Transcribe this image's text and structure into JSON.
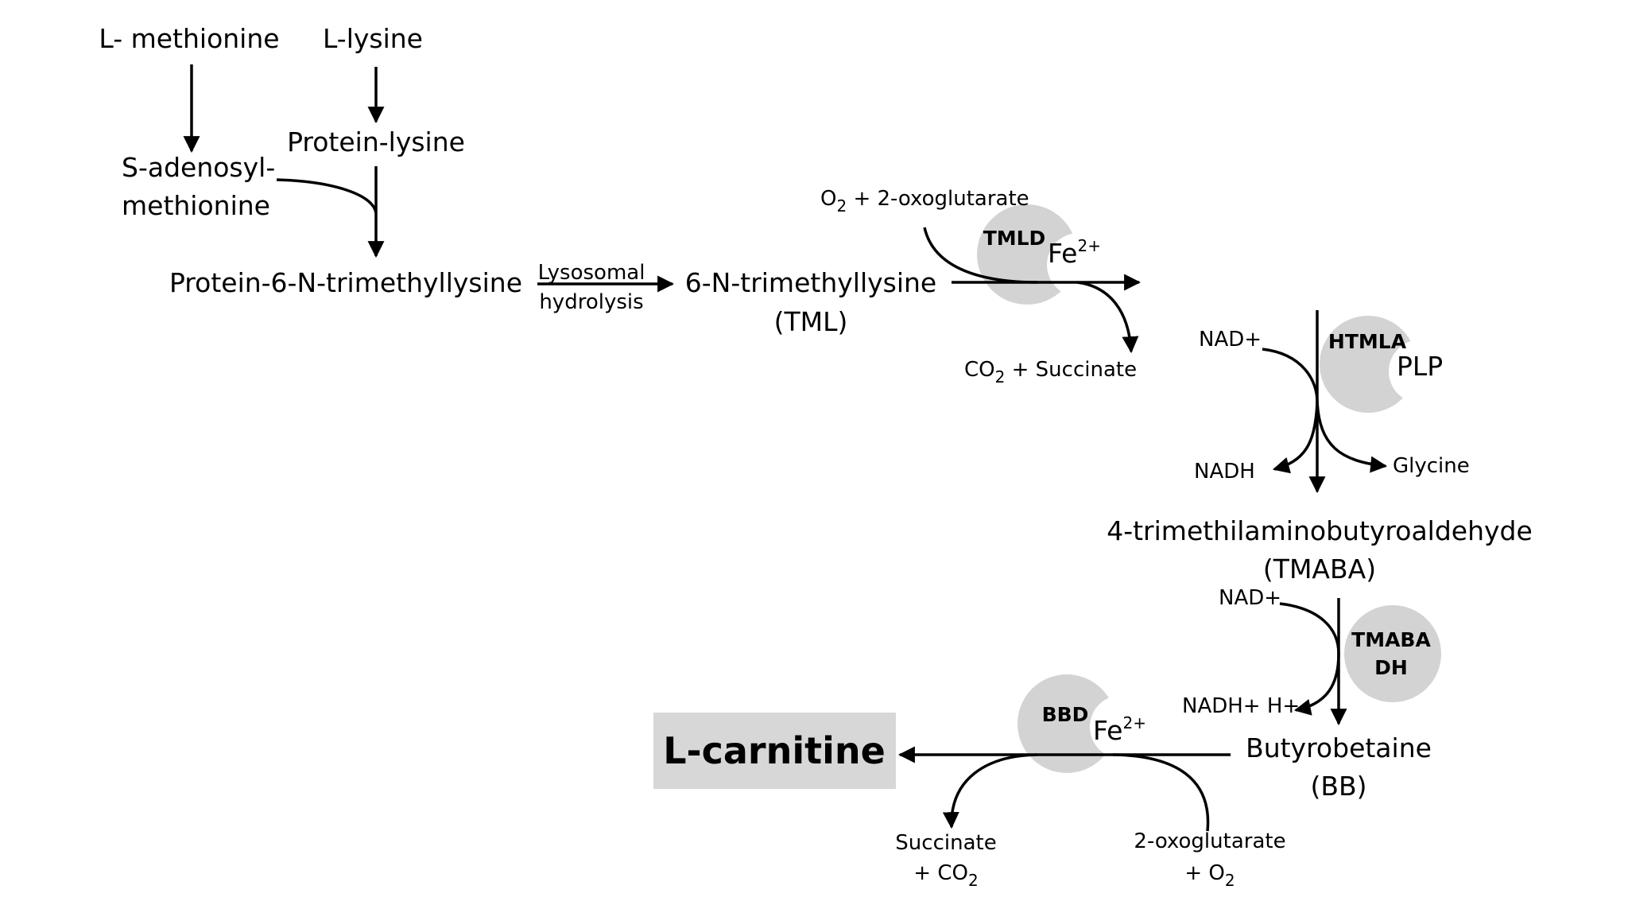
{
  "colors": {
    "enzyme": "#d3d3d3",
    "product_box": "#d7d7d7",
    "line": "#000000"
  },
  "metabolites": {
    "l_methionine": "L- methionine",
    "l_lysine": "L-lysine",
    "protein_lysine": "Protein-lysine",
    "sam_line1": "S-adenosyl-",
    "sam_line2": "methionine",
    "protein_tml": "Protein-6-N-trimethyllysine",
    "tml": "6-N-trimethyllysine",
    "tml_abbr": "(TML)",
    "tmaba": "4-trimethilaminobutyroaldehyde",
    "tmaba_abbr": "(TMABA)",
    "butyrobetaine": "Butyrobetaine",
    "bb_abbr": "(BB)",
    "l_carnitine": "L-carnitine"
  },
  "steps": {
    "hydrolysis_line1": "Lysosomal",
    "hydrolysis_line2": "hydrolysis"
  },
  "tmld": {
    "enzyme": "TMLD",
    "cofactor": "Fe",
    "cofactor_charge": "2+",
    "input_o": "O",
    "input_sub": "2",
    "input_rest": " + 2-oxoglutarate",
    "output_co": "CO",
    "output_sub": "2",
    "output_rest": " + Succinate"
  },
  "htmla": {
    "enzyme": "HTMLA",
    "cofactor": "PLP",
    "input": "NAD+",
    "output_left": "NADH",
    "output_right": "Glycine"
  },
  "tmabadh": {
    "enzyme_line1": "TMABA",
    "enzyme_line2": "DH",
    "input": "NAD+",
    "output": "NADH+ H+"
  },
  "bbd": {
    "enzyme": "BBD",
    "cofactor": "Fe",
    "cofactor_charge": "2+",
    "output_line1": "Succinate",
    "output_line2_pre": "+ CO",
    "output_line2_sub": "2",
    "input_line1": "2-oxoglutarate",
    "input_line2_pre": "+ O",
    "input_line2_sub": "2"
  }
}
